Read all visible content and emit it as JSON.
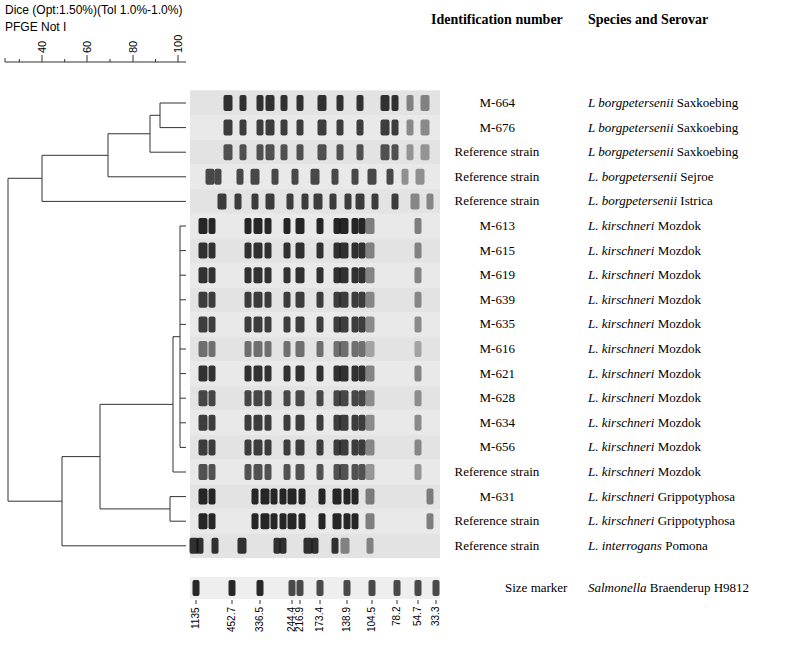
{
  "diagram": {
    "labels": [
      "Dice (Opt:1.50%)(Tol 1.0%-1.0%)",
      "PFGE Not I",
      "40",
      "60",
      "80",
      "100",
      "Identification number",
      "Species and Serovar",
      "M-664",
      "L borgpetersenii Saxkoebing",
      "M-676",
      "L borgpetersenii Saxkoebing",
      "Reference strain",
      "L borgpetersenii Saxkoebing",
      "Reference strain",
      "L. borgpetersenii Sejroe",
      "Reference strain",
      "L. borgpetersenii Istrica",
      "M-613",
      "L. kirschneri Mozdok",
      "M-615",
      "L. kirschneri Mozdok",
      "M-619",
      "L. kirschneri Mozdok",
      "M-639",
      "L. kirschneri Mozdok",
      "M-635",
      "L. kirschneri Mozdok",
      "M-616",
      "L. kirschneri Mozdok",
      "M-621",
      "L. kirschneri Mozdok",
      "M-628",
      "L. kirschneri Mozdok",
      "M-634",
      "L. kirschneri Mozdok",
      "M-656",
      "L. kirschneri Mozdok",
      "Reference strain",
      "L. kirschneri Mozdok",
      "M-631",
      "L. kirschneri Grippotyphosa",
      "Reference strain",
      "L. kirschneri Grippotyphosa",
      "Reference strain",
      "L. interrogans Pomona",
      "Size marker",
      "Salmonella Braenderup H9812",
      "1135",
      "452.7",
      "336.5",
      "244.4",
      "216.9",
      "173.4",
      "138.9",
      "104.5",
      "78.2",
      "54.7",
      "33.3"
    ]
  }
}
